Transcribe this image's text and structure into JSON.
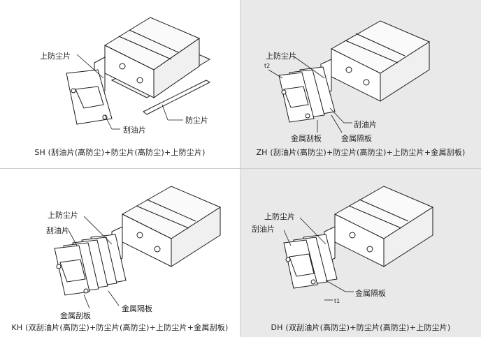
{
  "panels": {
    "sh": {
      "caption": "SH (刮油片(高防尘)+防尘片(高防尘)+上防尘片)",
      "labels": {
        "top_seal": "上防尘片",
        "dust_strip": "防尘片",
        "scraper": "刮油片"
      }
    },
    "zh": {
      "caption": "ZH (刮油片(高防尘)+防尘片(高防尘)+上防尘片+金属刮板)",
      "labels": {
        "top_seal": "上防尘片",
        "t2": "t2",
        "scraper": "刮油片",
        "metal_scraper": "金属刮板",
        "metal_spacer": "金属隔板"
      }
    },
    "kh": {
      "caption": "KH (双刮油片(高防尘)+防尘片(高防尘)+上防尘片+金属刮板)",
      "labels": {
        "top_seal": "上防尘片",
        "scraper": "刮油片",
        "metal_scraper": "金属刮板",
        "metal_spacer": "金属隔板"
      }
    },
    "dh": {
      "caption": "DH (双刮油片(高防尘)+防尘片(高防尘)+上防尘片)",
      "labels": {
        "top_seal": "上防尘片",
        "scraper": "刮油片",
        "metal_spacer": "金属隔板",
        "t1": "t1"
      }
    }
  },
  "colors": {
    "panel_bg_left": "#ffffff",
    "panel_bg_right": "#e9e9e9",
    "line": "#1a1a1a",
    "part_fill": "#ffffff",
    "shadow": "#cfcfcf"
  }
}
